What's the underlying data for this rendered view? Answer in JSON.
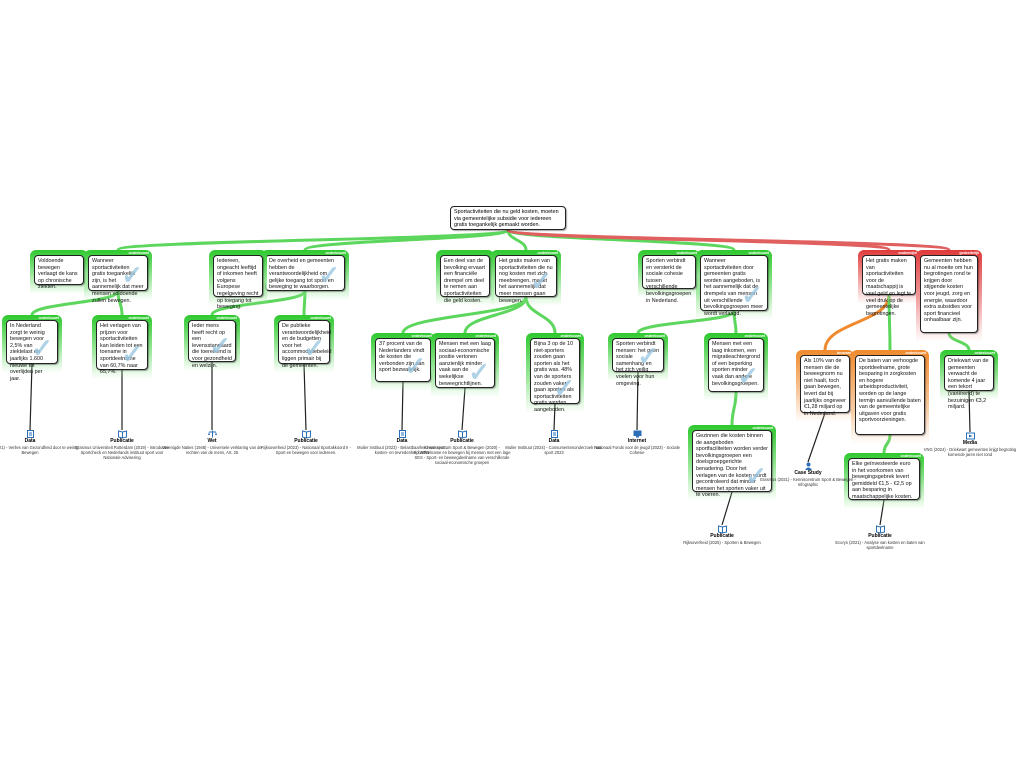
{
  "root": {
    "text": "Sportactiviteiten die nu geld kosten, moeten via gemeentelijke subsidie voor iedereen gratis toegankelijk gemaakt worden."
  },
  "colors": {
    "pro": "#2ec82e",
    "con": "#e03a3a",
    "objection": "#f08a2e",
    "link_pro": "#5cd65c",
    "link_con": "#e06060"
  },
  "nodes": [
    {
      "id": "p1",
      "type": "pro",
      "tag": "onderbouwt",
      "text": "Wanneer sportactiviteiten gratis toegankelijk zijn, is het aannemelijk dat meer mensen voldoende zullen bewegen."
    },
    {
      "id": "p1b",
      "type": "pro",
      "tag": "",
      "text": "Voldoende bewegen verlaagt de kans op chronische ziekten."
    },
    {
      "id": "p1a",
      "type": "pro",
      "tag": "onderbouwt",
      "text": "In Nederland zorgt te weinig bewegen voor 2,5% van ziektelast en jaarlijks 1.600 nieuwe tot overlijden per jaar."
    },
    {
      "id": "p1c",
      "type": "pro",
      "tag": "onderbouwt",
      "text": "Het verlagen van prijzen voor sportactiviteiten kan leiden tot een toename in sportdeelname van 60,7% naar 65,7%."
    },
    {
      "id": "p2",
      "type": "pro",
      "tag": "onderbouwt",
      "text": "De overheid en gemeenten hebben de verantwoordelijkheid om gelijke toegang tot sport en beweging te waarborgen."
    },
    {
      "id": "p2b",
      "type": "pro",
      "tag": "",
      "text": "Iedereen, ongeacht leeftijd of inkomen heeft volgens Europese regelgeving recht op toegang tot beweging."
    },
    {
      "id": "p2a",
      "type": "pro",
      "tag": "onderbouwt",
      "text": "Ieder mens heeft recht op een levensstandaard die toereikend is voor gezondheid en welzijn."
    },
    {
      "id": "p2c",
      "type": "pro",
      "tag": "onderbouwt",
      "text": "De publieke verantwoordelijkheid en de budgetten voor het accommodatiebeleid liggen primair bij de gemeenten."
    },
    {
      "id": "p3",
      "type": "pro",
      "tag": "onderbouwt",
      "text": "Het gratis maken van sportactiviteiten die nu nog kosten met zich meebrengen, maakt het aannemelijk dat meer mensen gaan bewegen."
    },
    {
      "id": "p3b",
      "type": "pro",
      "tag": "",
      "text": "Een deel van de bevolking ervaart een financiële drempel om deel te nemen aan sportactiviteiten die geld kosten."
    },
    {
      "id": "p3a",
      "type": "pro",
      "tag": "onderbouwt",
      "text": "37 procent van de Nederlanders vindt de kosten die verbonden zijn aan sport bezwaarlijk."
    },
    {
      "id": "p3c",
      "type": "pro",
      "tag": "onderbouwt",
      "text": "Mensen met een laag sociaal-economische positie vertonen aanzienlijk minder vaak aan de wekelijkse beweegrichtlijnen."
    },
    {
      "id": "p3d",
      "type": "pro",
      "tag": "onderbouwt",
      "text": "Bijna 3 op de 10 niet-sporters zouden gaan sporten als het gratis was. 48% van de sporters zouden vaker gaan sporten als sportactiviteiten gratis werden aangeboden."
    },
    {
      "id": "p4",
      "type": "pro",
      "tag": "onderbouwt",
      "text": "Wanneer sportactiviteiten door gemeenten gratis worden aangeboden, is het aannemelijk dat de drempels van mensen uit verschillende bevolkingsgroepen meer wordt verlaagd."
    },
    {
      "id": "p4b",
      "type": "pro",
      "tag": "onderbouwt",
      "text": "Sporten verbindt en versterkt de sociale cohesie tussen verschillende bevolkingsgroepen in Nederland."
    },
    {
      "id": "p4a",
      "type": "pro",
      "tag": "onderbouwt",
      "text": "Sporten verbindt mensen: het geen sociale samenhang en het zich veilig voelen voor hun omgeving."
    },
    {
      "id": "p4c",
      "type": "pro",
      "tag": "onderbouwt",
      "text": "Mensen met een laag inkomen, een migratieachtergrond of een beperking sporten minder vaak dan andere bevolkingsgroepen."
    },
    {
      "id": "p4d",
      "type": "pro",
      "tag": "onderbouwt",
      "text": "Gezinnen die kosten binnen de aangeboden sportfaciliteiten worden verder bevolkingsgroepen een doelsgroepgerichte benadering. Door het verlagen van de kosten wordt gecontroleerd dat minder mensen het sporten vaker uit te voeren."
    },
    {
      "id": "c1",
      "type": "con",
      "tag": "ondermijnt",
      "text": "Het gratis maken van sportactiviteiten voor de maatschappij is veel geld en legt te veel druk op de gemeentelijke begrotingen."
    },
    {
      "id": "c2",
      "type": "con",
      "tag": "gedeeltelijk",
      "text": "Gemeenten hebben nu al moeite om hun begrotingen rond te krijgen door stijgende kosten voor jeugd, zorg en energie, waardoor extra subsidies voor sport financieel onhaalbaar zijn."
    },
    {
      "id": "c1a",
      "type": "obj",
      "tag": "bezwaar",
      "text": "Als 10% van de mensen die de beweegnorm nu niet haalt, toch gaan bewegen, levert dat bij jaarlijks ongeveer €1,28 miljard op in Nederland."
    },
    {
      "id": "c1b",
      "type": "obj",
      "tag": "onderbouwt",
      "text": "De baten van verhoogde sportdeelname, grote besparing in zorgkosten en hogere arbeidsproductiviteit, worden op de lange termijn aanvullende baten van de gemeentelijke uitgaven voor gratis sportvoorzieningen."
    },
    {
      "id": "c1c",
      "type": "pro",
      "tag": "onderbouwt",
      "text": "Elke geïnvesteerde euro in het voorkomen van bewegingsgebrek levert gemiddeld €1,5 - €2,5 op aan besparing in maatschappelijke kosten."
    },
    {
      "id": "c2a",
      "type": "pro",
      "tag": "onderbouwt",
      "text": "Driekwart van de gemeenten verwacht de komende 4 jaar een tekort (variërend) te bezuinigen €3,2 miljard."
    }
  ],
  "sources": [
    {
      "id": "s1",
      "icon": "data-icon",
      "type": "Data",
      "text": "RIVM (2021) - Verlies van Gezondheid door te weinig Bewegen"
    },
    {
      "id": "s2",
      "icon": "publication-icon",
      "type": "Publicatie",
      "text": "Erasmus Universiteit Rotterdam (2019) - Introductie Sportcheck en Nederlands instituut sport voor Nationale Advisering"
    },
    {
      "id": "s3",
      "icon": "law-icon",
      "type": "Wet",
      "text": "Verenigde Naties (1948) - Universele verklaring van de rechten van de mens, Art. 25"
    },
    {
      "id": "s4",
      "icon": "publication-icon",
      "type": "Publicatie",
      "text": "Rijksoverheid (2023) - Nationaal Sportakkoord II - Sport en bewegen voor iedereen."
    },
    {
      "id": "s5",
      "icon": "data-icon",
      "type": "Data",
      "text": "Mulier Instituut (2023) - Belastbaarheid van sport: kosten- en tevredenheid WPD"
    },
    {
      "id": "s6",
      "icon": "publication-icon",
      "type": "Publicatie",
      "text": "Kenniscentrum Sport & Bewegen (2020) - Sportdeelname en bewegen bij mensen met een lage SES - Sport- en beweegdeelname van verschillende sociaal-economische groepen"
    },
    {
      "id": "s7",
      "icon": "data-icon",
      "type": "Data",
      "text": "Mulier Instituut (2024) - Consumentenonderzoek naar sport 2023"
    },
    {
      "id": "s8",
      "icon": "internet-icon",
      "type": "Internet",
      "text": "Nationaal Fonds voor de jeugd (2023) - Sociale Cohesie"
    },
    {
      "id": "s9",
      "icon": "publication-icon",
      "type": "Publicatie",
      "text": "Rijksoverheid (2025) - Sporten & Bewegen"
    },
    {
      "id": "s10",
      "icon": "case-icon",
      "type": "Case Study",
      "text": "Erasmus (2021) - Kenniscentrum Sport & Bewegen - Infographic"
    },
    {
      "id": "s11",
      "icon": "publication-icon",
      "type": "Publicatie",
      "text": "Ecorys (2021) - Analyse van kosten en baten van sportdeelname"
    },
    {
      "id": "s12",
      "icon": "media-icon",
      "type": "Media",
      "text": "VNG (2024) - Driekwart gemeenten krijgt begroting komende jaren niet rond"
    }
  ]
}
